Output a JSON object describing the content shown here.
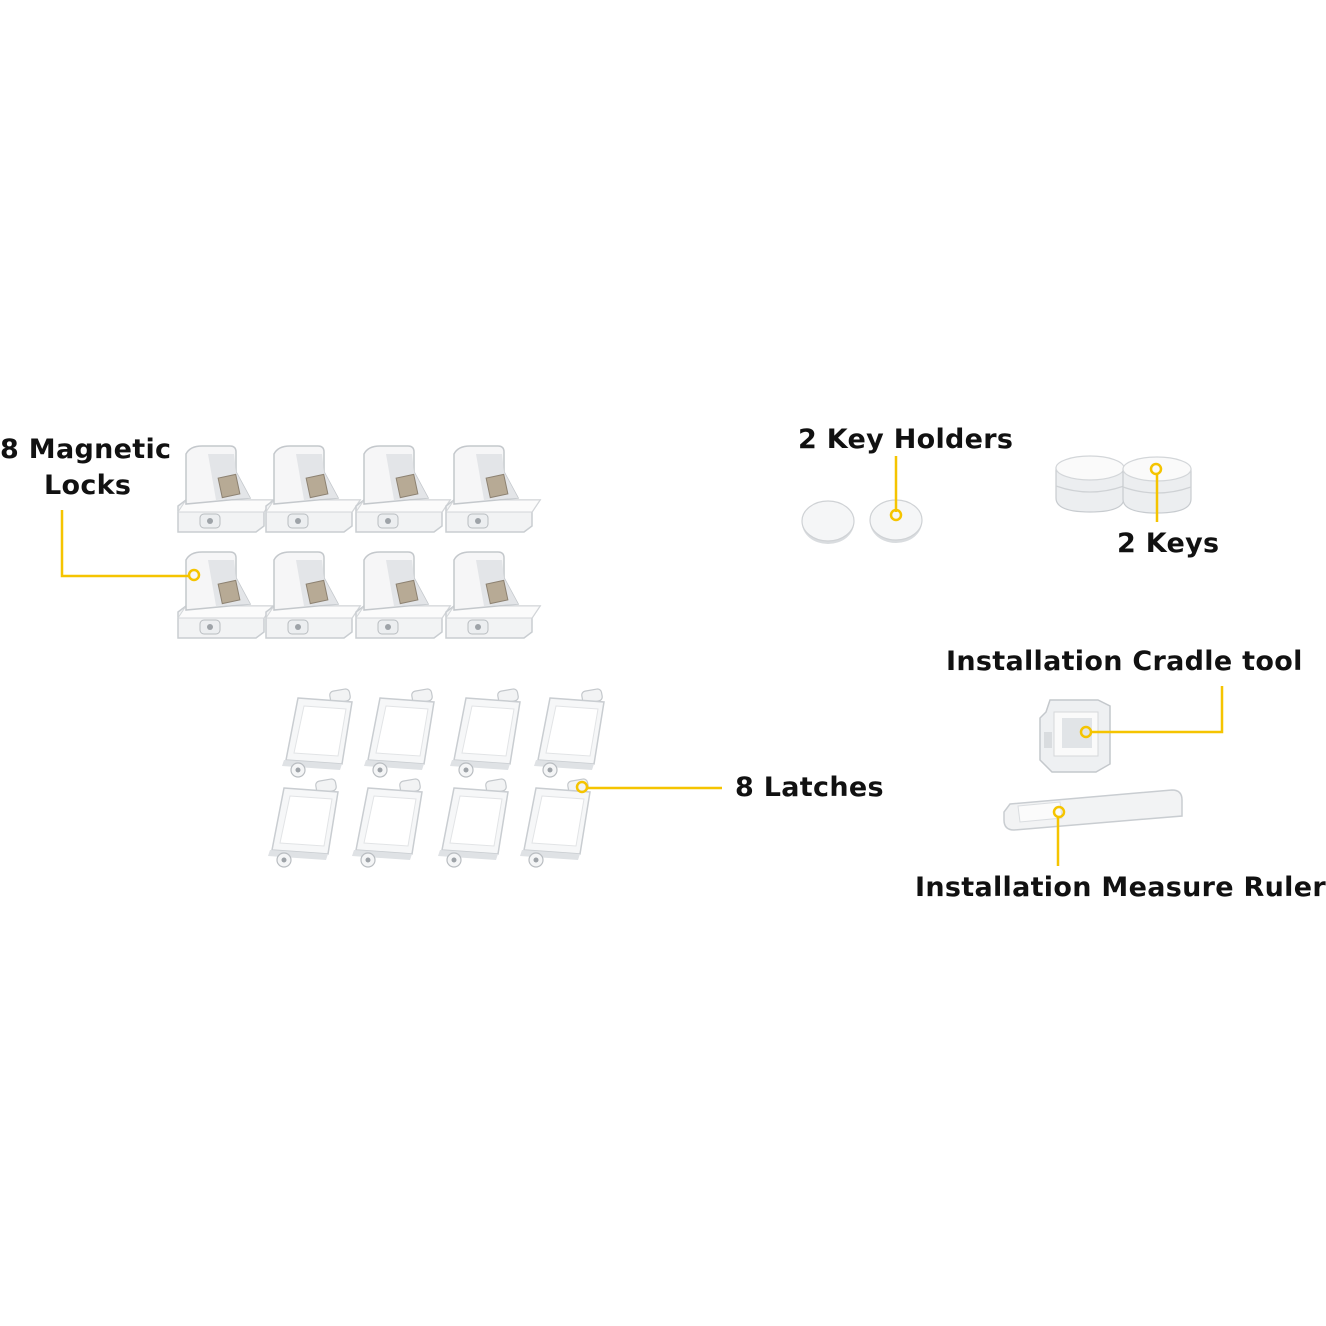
{
  "labels": {
    "magnetic_locks_line1": "8 Magnetic",
    "magnetic_locks_line2": "Locks",
    "key_holders": "2 Key Holders",
    "keys": "2 Keys",
    "latches": "8 Latches",
    "cradle_tool": "Installation Cradle tool",
    "measure_ruler": "Installation Measure Ruler"
  },
  "counts": {
    "locks": 8,
    "latches": 8,
    "key_holders": 2,
    "keys": 2
  },
  "colors": {
    "background": "#ffffff",
    "callout": "#f5c400",
    "text": "#111111",
    "part_fill": "#f4f5f6",
    "part_shade": "#dcdfe2",
    "magnet": "#b7aa95"
  }
}
